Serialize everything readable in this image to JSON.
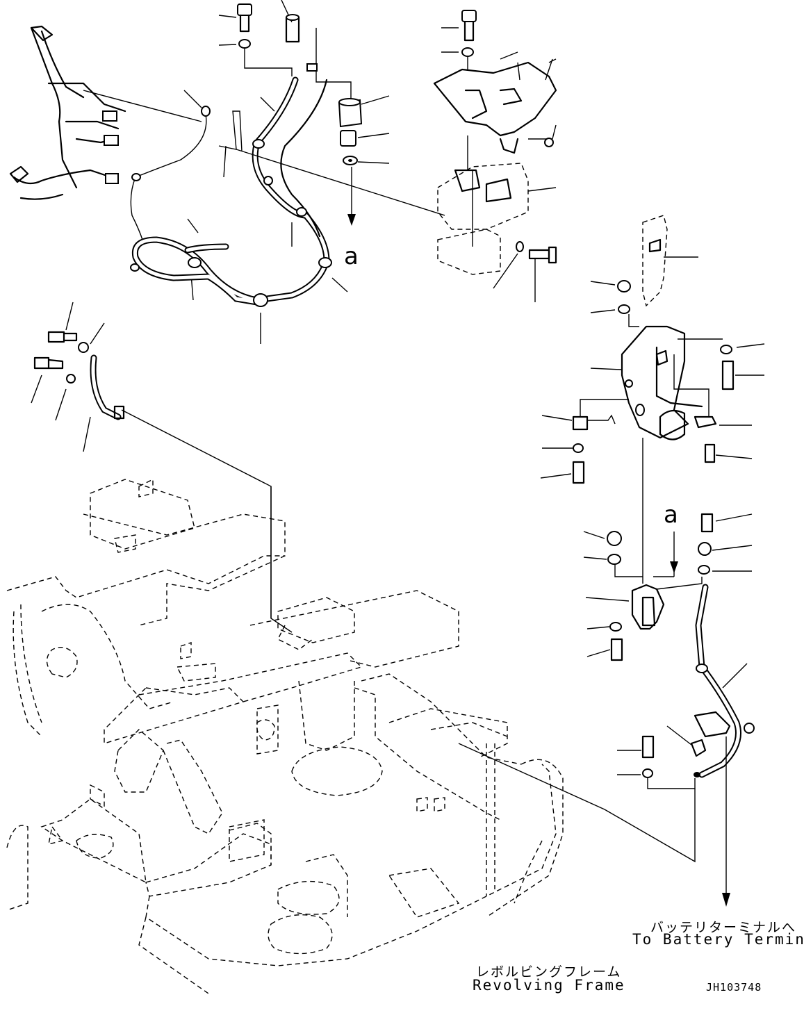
{
  "ref_a_top": "a",
  "ref_a_right": "a",
  "battery_label_jp": "バッテリターミナルへ",
  "battery_label_en": "To Battery Terminal",
  "frame_label_jp": "レボルビングフレーム",
  "frame_label_en": "Revolving Frame",
  "drawing_code": "JH103748"
}
